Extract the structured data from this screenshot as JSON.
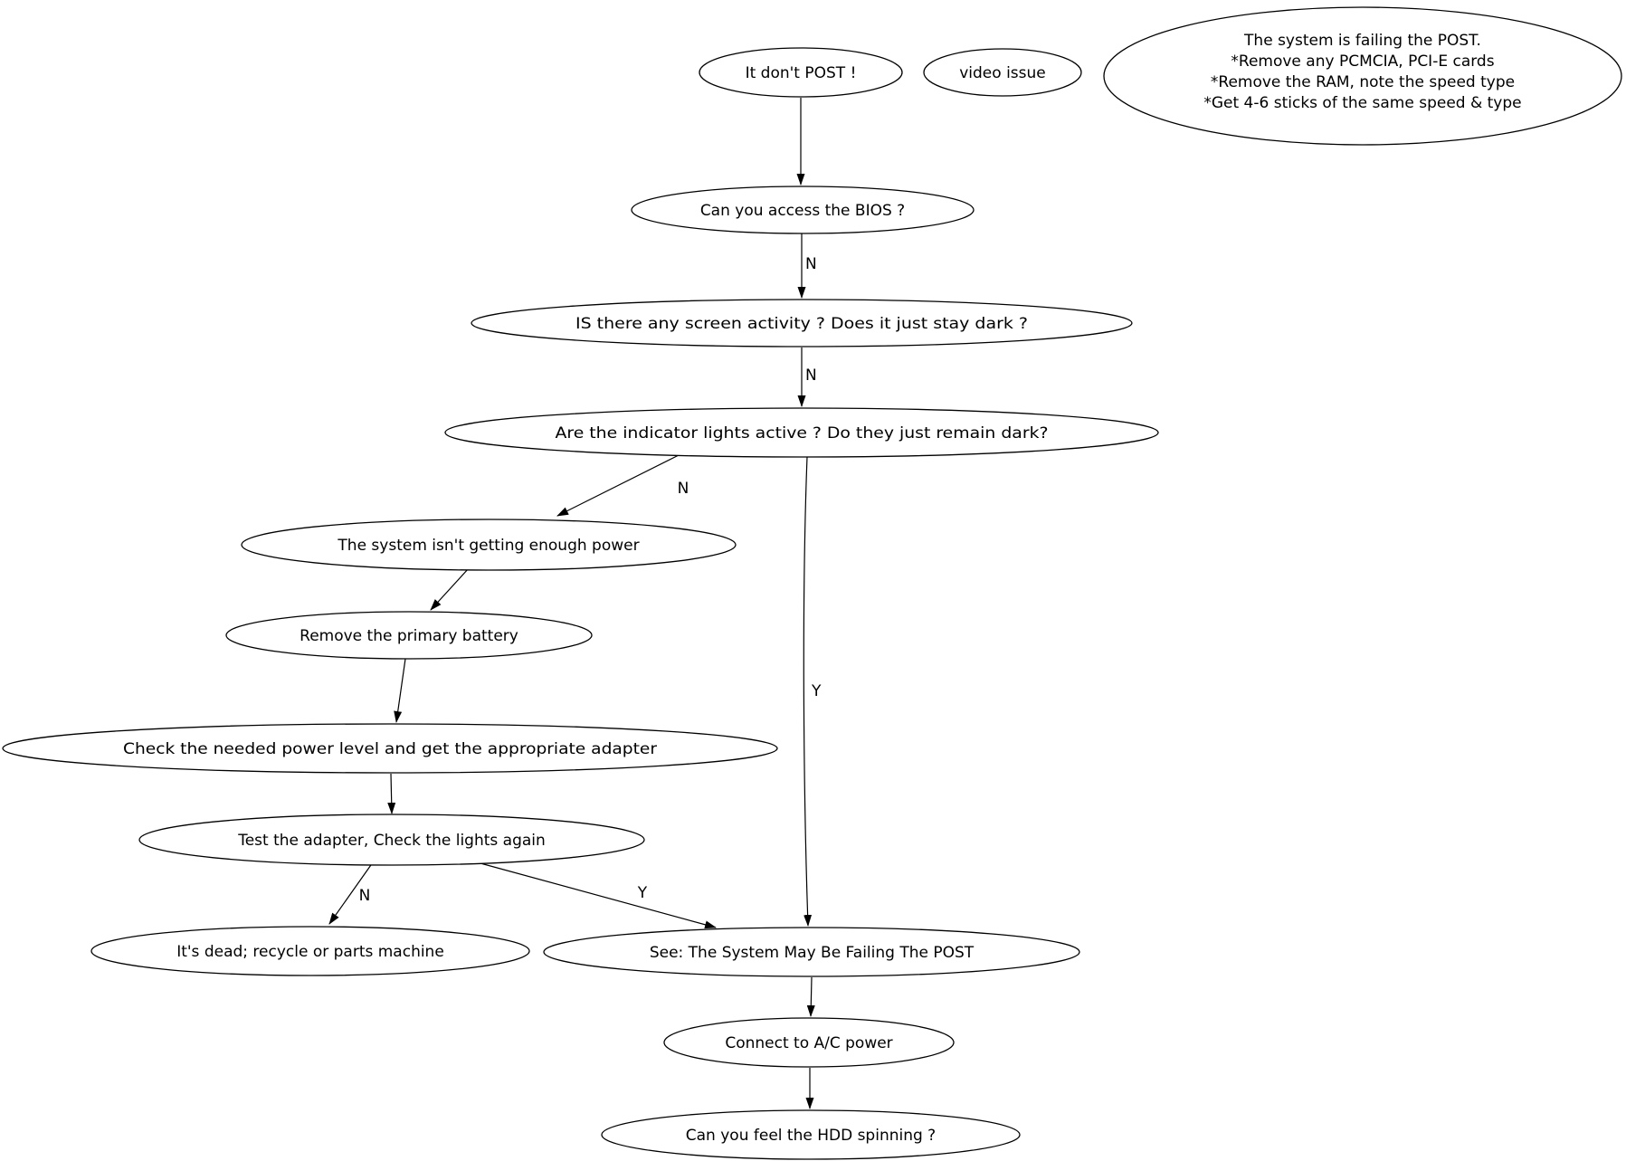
{
  "diagram": {
    "nodes": {
      "post": {
        "label": "It don't POST !"
      },
      "video": {
        "label": "video issue"
      },
      "bios": {
        "label": "Can you access the BIOS ?"
      },
      "screen": {
        "label": "IS there any screen activity ? Does it just stay dark ?"
      },
      "lights": {
        "label": "Are the indicator lights active ? Do they just remain dark?"
      },
      "power": {
        "label": "The system isn't getting enough power"
      },
      "battery": {
        "label": "Remove the primary battery"
      },
      "adapter": {
        "label": "Check the needed power level and get the appropriate adapter"
      },
      "test": {
        "label": "Test the adapter, Check the lights again"
      },
      "dead": {
        "label": "It's dead; recycle or parts machine"
      },
      "seepost": {
        "label": "See: The System May Be Failing The POST"
      },
      "ac": {
        "label": "Connect to A/C power"
      },
      "hdd": {
        "label": "Can you feel the HDD spinning ?"
      }
    },
    "annotation": {
      "lines": [
        "The system is failing the POST.",
        "*Remove any PCMCIA, PCI-E cards",
        "*Remove the RAM, note the speed  type",
        "*Get 4-6 sticks of the same speed & type"
      ]
    },
    "edge_labels": {
      "bios_n": "N",
      "screen_n": "N",
      "lights_n": "N",
      "lights_y": "Y",
      "test_n": "N",
      "test_y": "Y"
    },
    "colors": {
      "stroke": "#000000",
      "node_fill": "#ffffff",
      "background": "#ffffff"
    }
  }
}
